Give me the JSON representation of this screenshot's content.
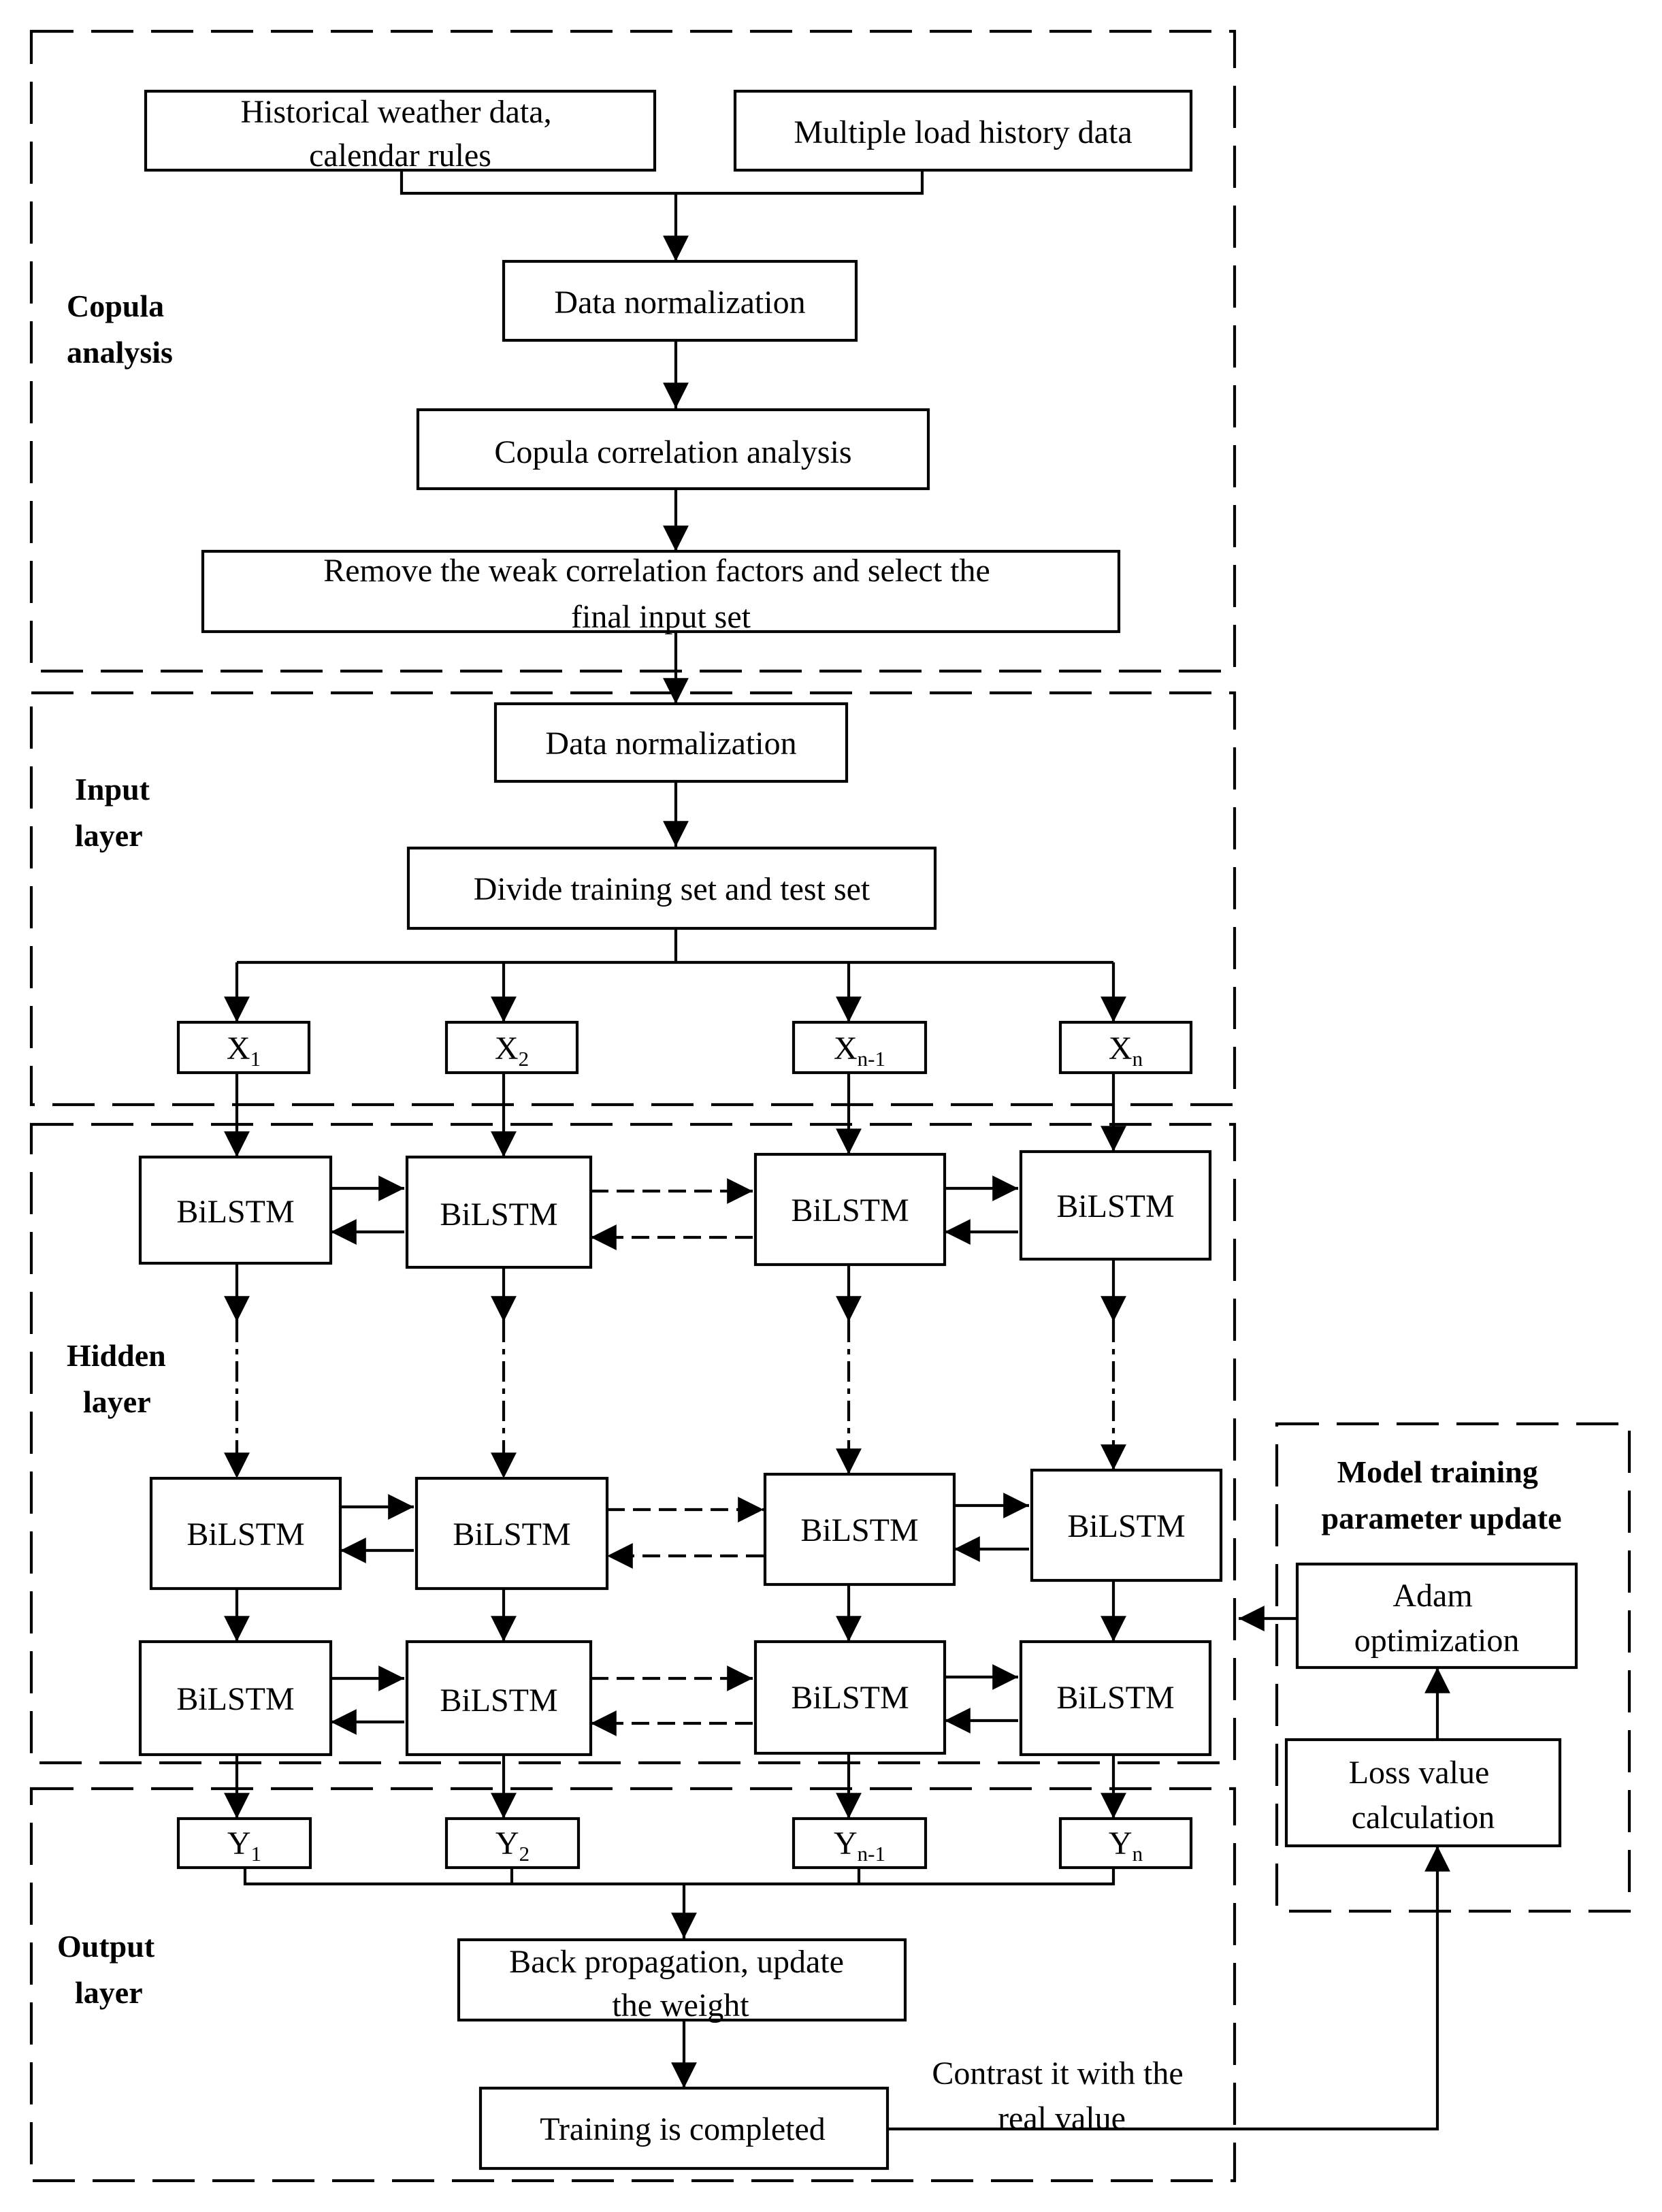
{
  "sections": {
    "copula": [
      "Copula",
      "analysis"
    ],
    "input": [
      "Input",
      "layer"
    ],
    "hidden": [
      "Hidden",
      "layer"
    ],
    "output": [
      "Output",
      "layer"
    ],
    "model": [
      "Model training",
      "parameter update"
    ]
  },
  "nodes": {
    "historical": [
      "Historical weather data,",
      "calendar rules"
    ],
    "multiple_load": "Multiple load history data",
    "data_norm_1": "Data normalization",
    "copula_corr": "Copula correlation analysis",
    "remove_weak": [
      "Remove the weak correlation factors and select the",
      "final input set"
    ],
    "data_norm_2": "Data normalization",
    "divide": "Divide training set and test set",
    "bilstm": "BiLSTM",
    "back_prop": [
      "Back propagation, update",
      "the weight"
    ],
    "training_done": "Training is completed",
    "adam": [
      "Adam",
      "optimization"
    ],
    "loss": [
      "Loss value",
      "calculation"
    ]
  },
  "inputs": [
    {
      "base": "X",
      "sub": "1"
    },
    {
      "base": "X",
      "sub": "2"
    },
    {
      "base": "X",
      "sub": "n-1"
    },
    {
      "base": "X",
      "sub": "n"
    }
  ],
  "outputs": [
    {
      "base": "Y",
      "sub": "1"
    },
    {
      "base": "Y",
      "sub": "2"
    },
    {
      "base": "Y",
      "sub": "n-1"
    },
    {
      "base": "Y",
      "sub": "n"
    }
  ],
  "edge_labels": {
    "contrast": [
      "Contrast it with the",
      "real value"
    ]
  }
}
